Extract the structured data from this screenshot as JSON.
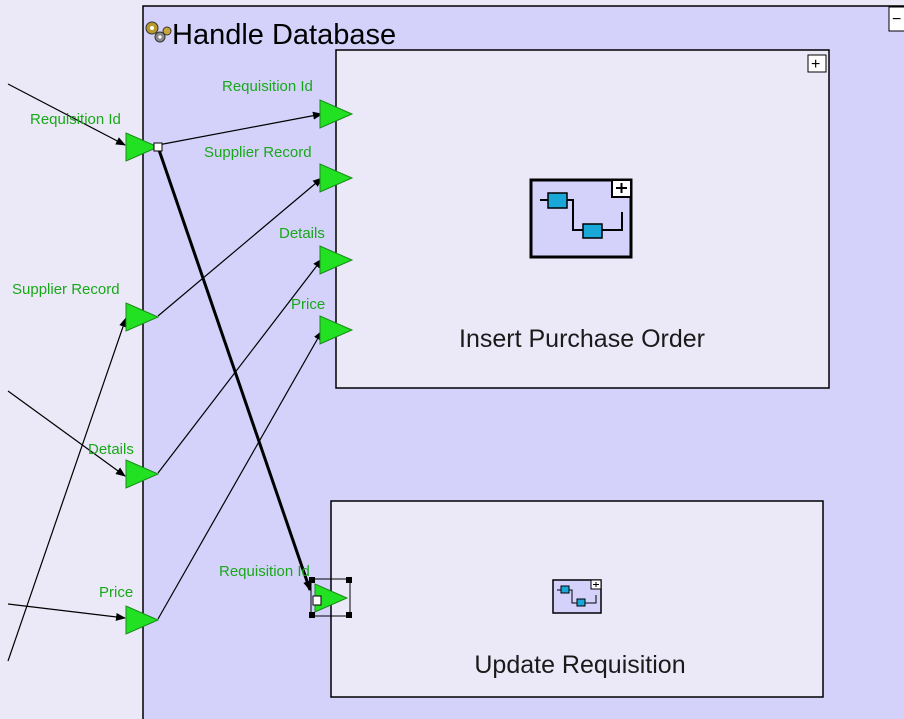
{
  "container": {
    "title": "Handle Database",
    "collapse_glyph": "−",
    "icon": "gears-icon"
  },
  "outer_ports": {
    "requisition_id": "Requisition Id",
    "supplier_record": "Supplier Record",
    "details": "Details",
    "price": "Price"
  },
  "insert_box": {
    "label": "Insert Purchase Order",
    "expand_glyph": "+",
    "icon": "subprocess-icon",
    "ports": {
      "requisition_id": "Requisition Id",
      "supplier_record": "Supplier Record",
      "details": "Details",
      "price": "Price"
    }
  },
  "update_box": {
    "label": "Update Requisition",
    "icon": "subprocess-icon",
    "ports": {
      "requisition_id": "Requisition Id"
    }
  },
  "colors": {
    "canvas_bg": "#ebe9f8",
    "container_bg": "#d4d2fb",
    "box_bg": "#ebe9f8",
    "port_fill": "#22e022",
    "label_text": "#18a818"
  }
}
